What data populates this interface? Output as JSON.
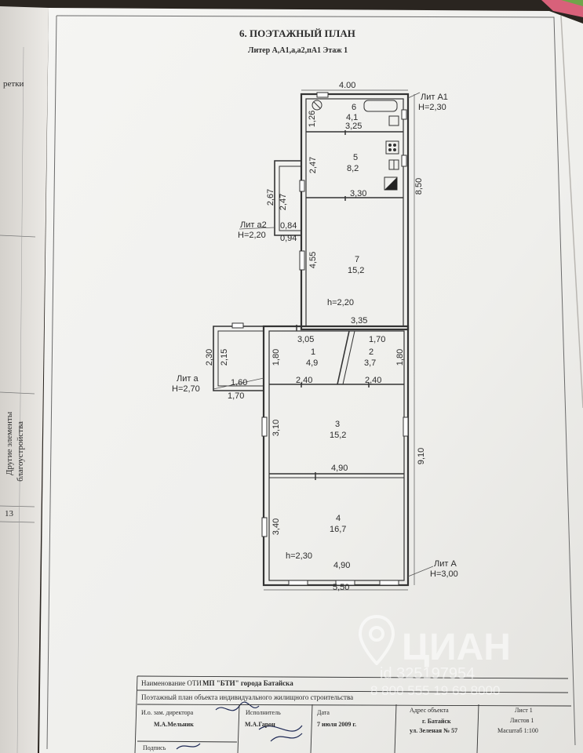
{
  "header": {
    "title": "6. ПОЭТАЖНЫЙ ПЛАН",
    "subtitle": "Литер А,А1,а,а2,пА1 Этаж 1"
  },
  "left_page": {
    "top_fragment": "ретки",
    "vertical_text_1": "Другие элементы",
    "vertical_text_2": "благоустройства",
    "page_number": "13"
  },
  "plan": {
    "top_width": "4.00",
    "right_dim_top": "8,50",
    "right_dim_bottom": "9,10",
    "bottom_width": "5,50",
    "lit_a1": {
      "name": "Лит А1",
      "height": "Н=2,30"
    },
    "lit_a2": {
      "name": "Лит а2",
      "height": "Н=2,20"
    },
    "lit_a_small": {
      "name": "Лит а",
      "height": "Н=2,70"
    },
    "lit_a_main": {
      "name": "Лит А",
      "height": "Н=3,00"
    },
    "rooms": [
      {
        "number": "6",
        "area": "4,1"
      },
      {
        "number": "5",
        "area": "8,2"
      },
      {
        "number": "7",
        "area": "15,2"
      },
      {
        "number": "1",
        "area": "4,9"
      },
      {
        "number": "2",
        "area": "3,7"
      },
      {
        "number": "3",
        "area": "15,2"
      },
      {
        "number": "4",
        "area": "16,7"
      }
    ],
    "dims": {
      "r6_left": "1,26",
      "r6_width": "3,25",
      "r5_left": "2,47",
      "r5_width": "3,30",
      "a2_outer": "2,67",
      "a2_inner": "2,47",
      "a2_w1": "0,84",
      "a2_w2": "0,94",
      "r7_left": "4,55",
      "r7_h": "h=2,20",
      "r7_width": "3,35",
      "r1_width": "3,05",
      "r1_left": "1,80",
      "r1_bottom": "2,40",
      "r2_width": "1,70",
      "r2_right": "1,80",
      "r2_bottom": "2,40",
      "la_outer": "2,30",
      "la_inner": "2,15",
      "la_w1": "1,60",
      "la_w2": "1,70",
      "r3_left": "3,10",
      "r3_width": "4,90",
      "r4_left": "3,40",
      "r4_h": "h=2,30",
      "r4_width": "4,90"
    }
  },
  "stamp": {
    "org_label": "Наименование ОТИ",
    "org_value": "МП \"БТИ\" города Батайска",
    "plan_desc": "Поэтажный план объекта индивидуального жилищного строительства",
    "director_label": "И.о. зам. директора",
    "director_name": "М.А.Мельник",
    "executor_label": "Исполнитель",
    "executor_name": "М.А.Гарон",
    "date_label": "Дата",
    "date_value": "7 июля 2009 г.",
    "address_label": "Адрес объекта",
    "address_city": "г. Батайск",
    "address_street": "ул. Зеленая № 57",
    "sheet": "Лист 1",
    "sheets": "Листов 1",
    "scale": "Масштаб 1:100",
    "signature_label": "Подпись"
  },
  "watermark": {
    "brand": "ЦИАН",
    "id_line": "id 325197954",
    "phone_line": "8 800 555 19 69 8000"
  },
  "colors": {
    "paper": "#f3f3f1",
    "paper_left": "#e9e7e3",
    "line": "#333333",
    "background": "#2a2520",
    "accent_pink": "#d8617a",
    "accent_green": "#6fa54a"
  }
}
